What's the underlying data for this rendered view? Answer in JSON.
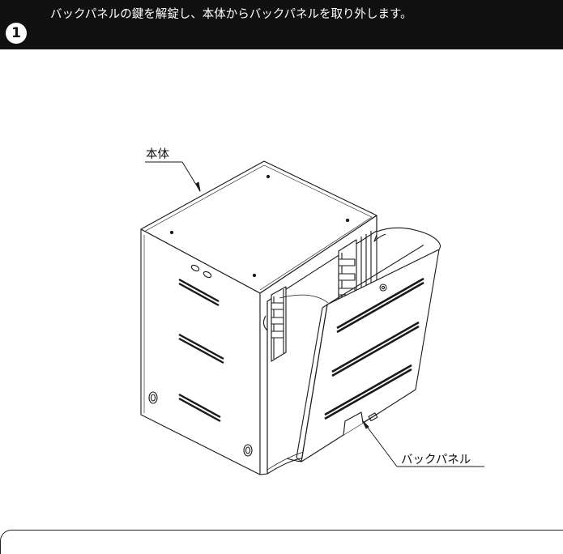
{
  "header": {
    "step_number": "1",
    "instruction": "バックパネルの鍵を解錠し、本体からバックパネルを取り外します。"
  },
  "illustration": {
    "label_body": "本体",
    "label_back_panel": "バックパネル"
  },
  "colors": {
    "header_bg": "#111111",
    "header_text": "#ffffff",
    "line": "#1a1a1a"
  }
}
